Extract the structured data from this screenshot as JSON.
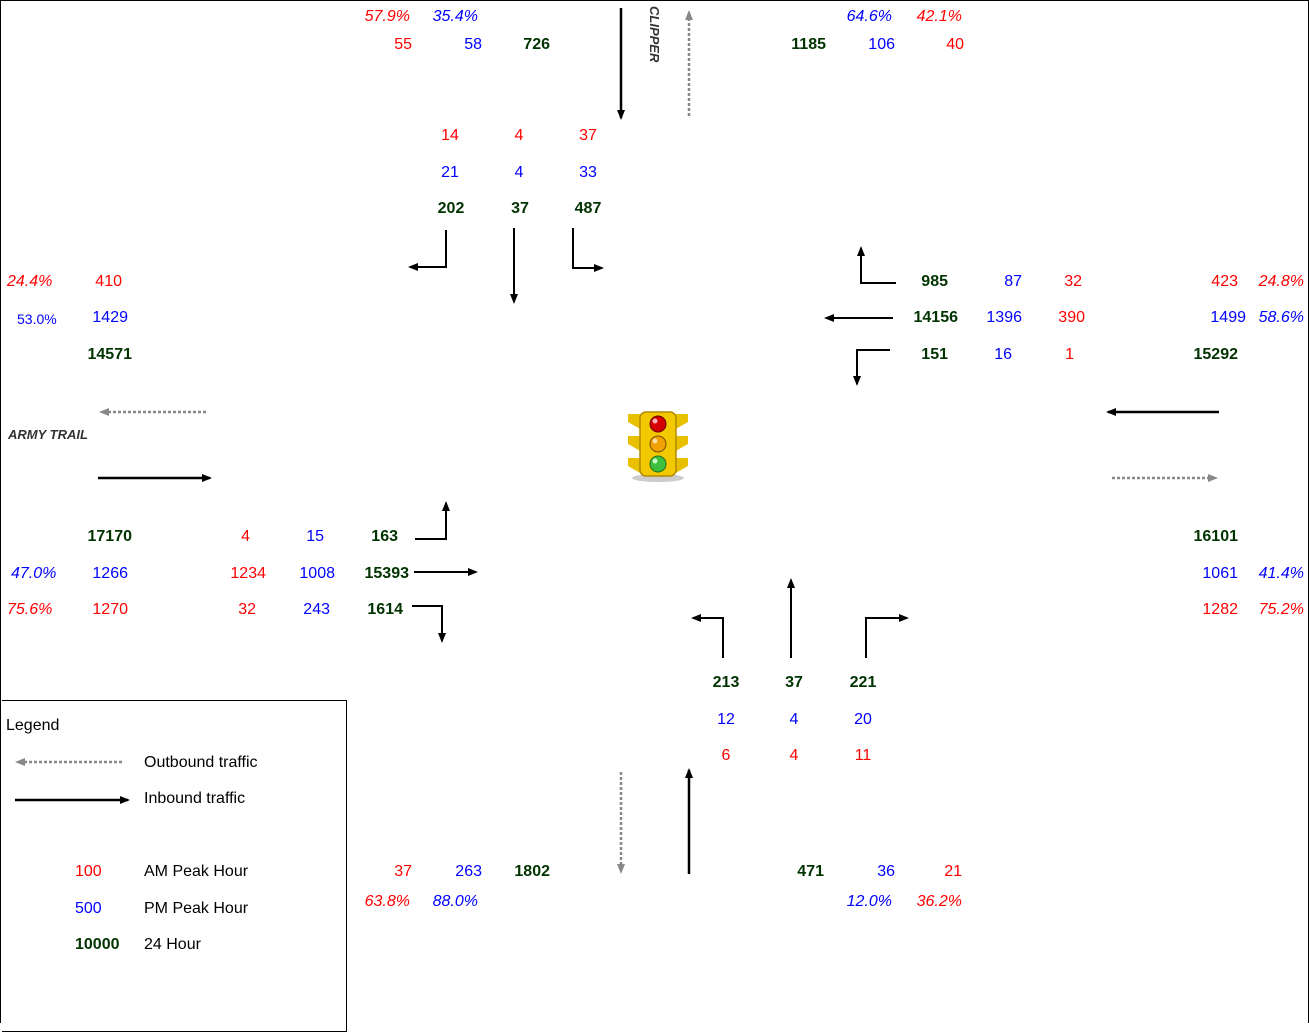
{
  "roads": {
    "north_south": "CLIPPER",
    "east_west": "ARMY TRAIL"
  },
  "north": {
    "outbound": {
      "am_pct": "57.9%",
      "pm_pct": "35.4%",
      "am": "55",
      "pm": "58",
      "day": "726"
    },
    "inbound": {
      "pm_pct": "64.6%",
      "am_pct": "42.1%",
      "day": "1185",
      "pm": "106",
      "am": "40"
    },
    "movements": {
      "am": [
        "14",
        "4",
        "37"
      ],
      "pm": [
        "21",
        "4",
        "33"
      ],
      "day": [
        "202",
        "37",
        "487"
      ]
    }
  },
  "east": {
    "outbound": {
      "am": "423",
      "am_pct": "24.8%",
      "pm": "1499",
      "pm_pct": "58.6%",
      "day": "15292"
    },
    "inbound": {
      "day": "16101",
      "pm": "1061",
      "pm_pct": "41.4%",
      "am": "1282",
      "am_pct": "75.2%"
    },
    "movements": {
      "rows": [
        {
          "day": "985",
          "pm": "87",
          "am": "32"
        },
        {
          "day": "14156",
          "pm": "1396",
          "am": "390"
        },
        {
          "day": "151",
          "pm": "16",
          "am": "1"
        }
      ]
    }
  },
  "west": {
    "outbound": {
      "am_pct": "24.4%",
      "am": "410",
      "pm_pct": "53.0%",
      "pm": "1429",
      "day": "14571"
    },
    "inbound": {
      "day": "17170",
      "pm_pct": "47.0%",
      "pm": "1266",
      "am_pct": "75.6%",
      "am": "1270"
    },
    "movements": {
      "rows": [
        {
          "am": "4",
          "pm": "15",
          "day": "163"
        },
        {
          "am": "1234",
          "pm": "1008",
          "day": "15393"
        },
        {
          "am": "32",
          "pm": "243",
          "day": "1614"
        }
      ]
    }
  },
  "south": {
    "movements": {
      "day": [
        "213",
        "37",
        "221"
      ],
      "pm": [
        "12",
        "4",
        "20"
      ],
      "am": [
        "6",
        "4",
        "11"
      ]
    },
    "outbound": {
      "am": "37",
      "pm": "263",
      "day": "1802",
      "am_pct": "63.8%",
      "pm_pct": "88.0%"
    },
    "inbound": {
      "day": "471",
      "pm": "36",
      "am": "21",
      "pm_pct": "12.0%",
      "am_pct": "36.2%"
    }
  },
  "legend": {
    "title": "Legend",
    "outbound_label": "Outbound traffic",
    "inbound_label": "Inbound traffic",
    "am_sample": "100",
    "am_label": "AM Peak Hour",
    "pm_sample": "500",
    "pm_label": "PM Peak Hour",
    "day_sample": "10000",
    "day_label": "24 Hour"
  },
  "colors": {
    "am": "#ff0000",
    "pm": "#0000ff",
    "day": "#003300",
    "inbound_arrow": "#000000",
    "outbound_arrow": "#888888"
  },
  "icons": {
    "signal": "traffic-light-icon"
  }
}
